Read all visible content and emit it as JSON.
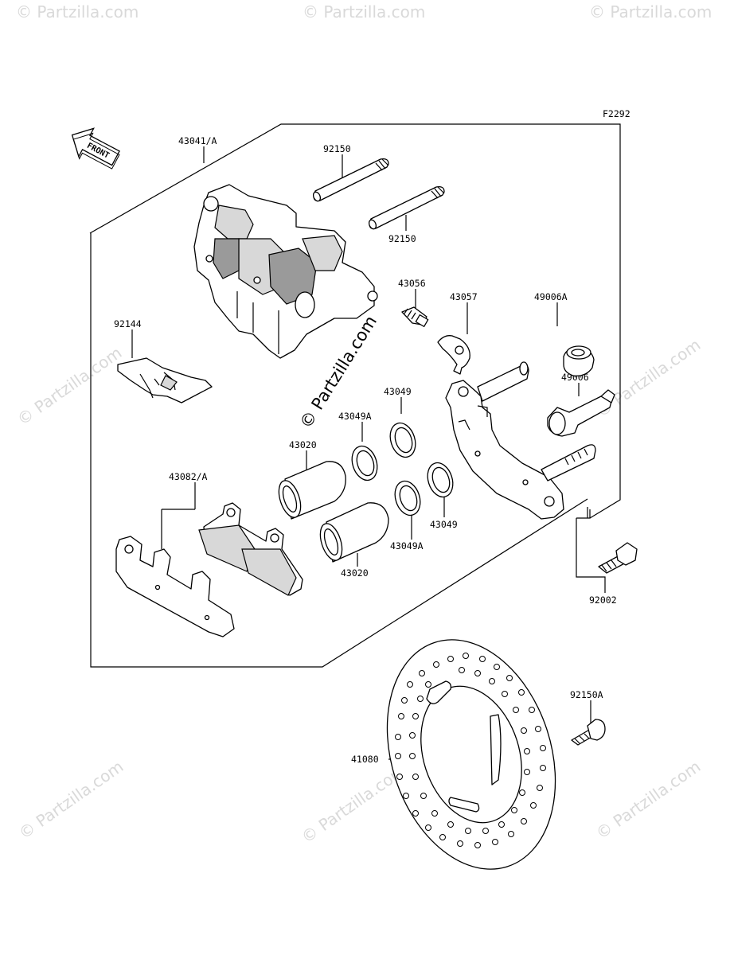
{
  "diagram_code": "F2292",
  "front_label": "FRONT",
  "watermark": "© Partzilla.com",
  "parts": {
    "caliper": "43041/A",
    "pin_upper": "92150",
    "pin_lower": "92150",
    "bleeder": "43056",
    "bleeder_cap": "43057",
    "boot_a": "49006A",
    "boot": "49006",
    "spring": "92144",
    "seal_a_upper": "43049A",
    "seal_upper": "43049",
    "piston_upper": "43020",
    "seal_a_lower": "43049A",
    "seal_lower": "43049",
    "piston_lower": "43020",
    "pads": "43082/A",
    "bolt": "92002",
    "disc": "41080",
    "disc_bolt": "92150A"
  },
  "colors": {
    "line": "#000000",
    "watermark": "#d9d9d9"
  }
}
